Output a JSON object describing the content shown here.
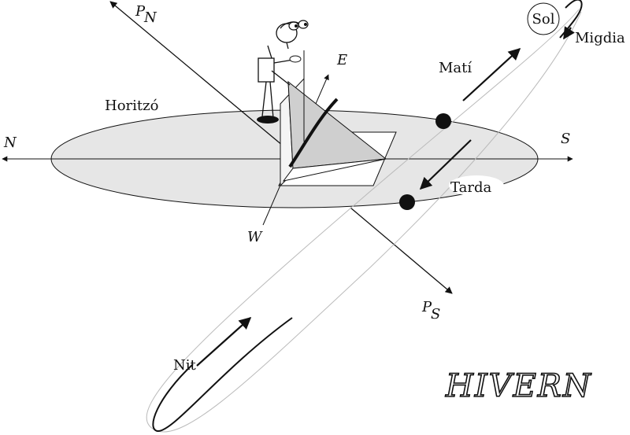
{
  "labels": {
    "pole_north": "P",
    "pole_north_sub": "N",
    "pole_south": "P",
    "pole_south_sub": "S",
    "north": "N",
    "south": "S",
    "east": "E",
    "west": "W",
    "horizon": "Horitzó",
    "sun": "Sol",
    "noon": "Migdia",
    "morning": "Matí",
    "afternoon": "Tarda",
    "night": "Nit",
    "season": "HIVERN"
  },
  "colors": {
    "horizon_fill": "#e6e6e6",
    "dark_sail": "#9a9a9a",
    "light_sail": "#cfcfcf",
    "ink": "#111111"
  }
}
